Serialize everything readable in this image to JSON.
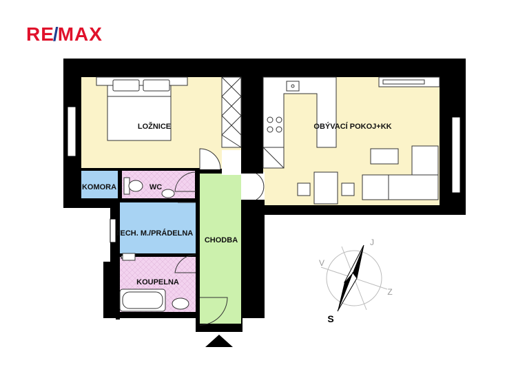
{
  "logo": {
    "part1": "RE",
    "slash": "/",
    "part2": "MAX"
  },
  "rooms": {
    "loznice": "LOŽNICE",
    "obyvaci": "OBÝVACÍ POKOJ+KK",
    "komora": "KOMORA",
    "wc": "WC",
    "tech": "TECH. M./PRÁDELNA",
    "chodba": "CHODBA",
    "koupelna": "KOUPELNA"
  },
  "compass": {
    "north": "S",
    "south": "J",
    "east": "V",
    "west": "Z"
  },
  "colors": {
    "wall": "#000000",
    "bedroom": "#fbf3c9",
    "living": "#fbf3c9",
    "storage": "#a8d3f3",
    "tech": "#a8d3f3",
    "wc": "#f3d3ef",
    "bath": "#f3d3ef",
    "hall": "#ccf1ad",
    "brand_red": "#e0112b",
    "brand_blue": "#1f3f8f"
  }
}
